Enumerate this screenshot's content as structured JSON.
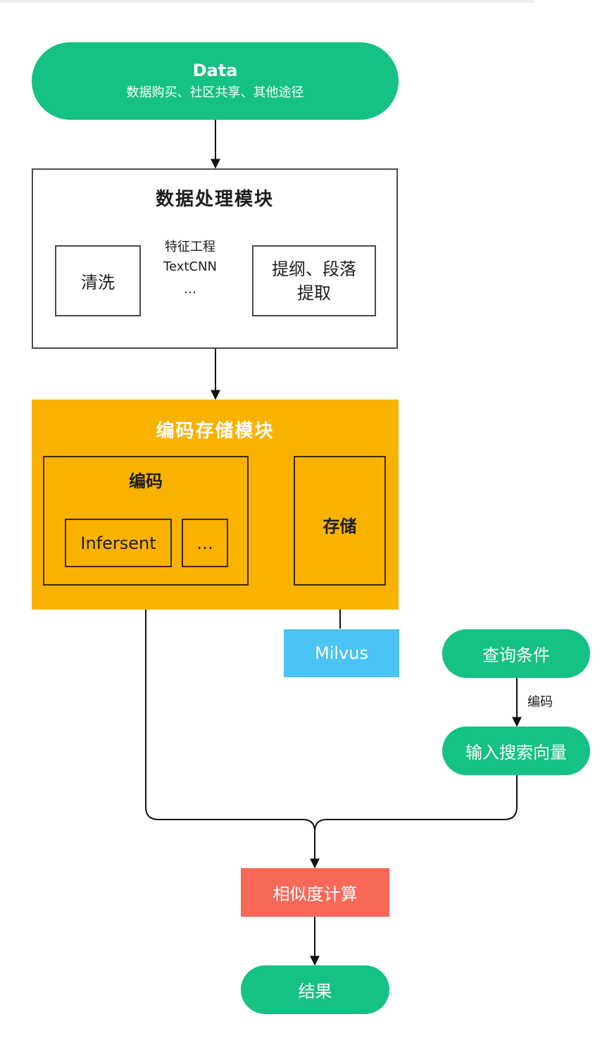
{
  "data_node": {
    "title": "Data",
    "subtitle": "数据购买、社区共享、其他途径"
  },
  "processing": {
    "title": "数据处理模块",
    "clean": "清洗",
    "edge_labels": [
      "特征工程",
      "TextCNN",
      "…"
    ],
    "extract_line1": "提纲、段落",
    "extract_line2": "提取"
  },
  "storage_module": {
    "title": "编码存储模块",
    "encode_title": "编码",
    "infersent": "Infersent",
    "ellipsis": "…",
    "store": "存储"
  },
  "milvus": "Milvus",
  "query": {
    "condition": "查询条件",
    "encode_label": "编码",
    "vector": "输入搜索向量"
  },
  "similarity": "相似度计算",
  "result": "结果",
  "colors": {
    "green": "#15c183",
    "orange": "#fab200",
    "blue": "#4cc3f5",
    "red": "#f76856",
    "border": "#4a4a55"
  }
}
